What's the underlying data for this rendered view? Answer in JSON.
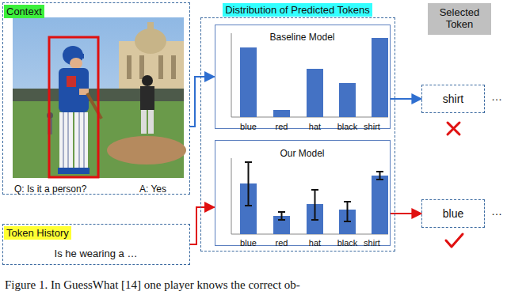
{
  "diagram": {
    "caption": "Figure 1. In GuessWhat [14] one player knows the correct ob-",
    "nodes": [
      {
        "text": [
          "Context",
          "Q: Is it a person?",
          "A: Yes"
        ]
      },
      {
        "text": [
          "Token History",
          "Is he wearing a …"
        ]
      },
      {
        "text": [
          "Distribution of Predicted Tokens"
        ]
      },
      {
        "text": [
          "Baseline Model",
          "blue",
          "red",
          "hat",
          "black",
          "shirt"
        ],
        "in": 2
      },
      {
        "text": [
          "Our Model",
          "blue",
          "red",
          "hat",
          "black",
          "shirt"
        ],
        "in": 2
      },
      {
        "text": [
          "Selected Token"
        ]
      },
      {
        "text": [
          "shirt"
        ]
      },
      {
        "text": [
          "blue"
        ]
      }
    ],
    "edges": [
      {
        "from": 0,
        "to": 3,
        "arrow": "to"
      },
      {
        "from": 1,
        "to": 4,
        "arrow": "to"
      },
      {
        "from": 3,
        "to": 6,
        "arrow": "to"
      },
      {
        "from": 4,
        "to": 7,
        "arrow": "to"
      }
    ],
    "labels": [
      "…",
      "…"
    ]
  }
}
